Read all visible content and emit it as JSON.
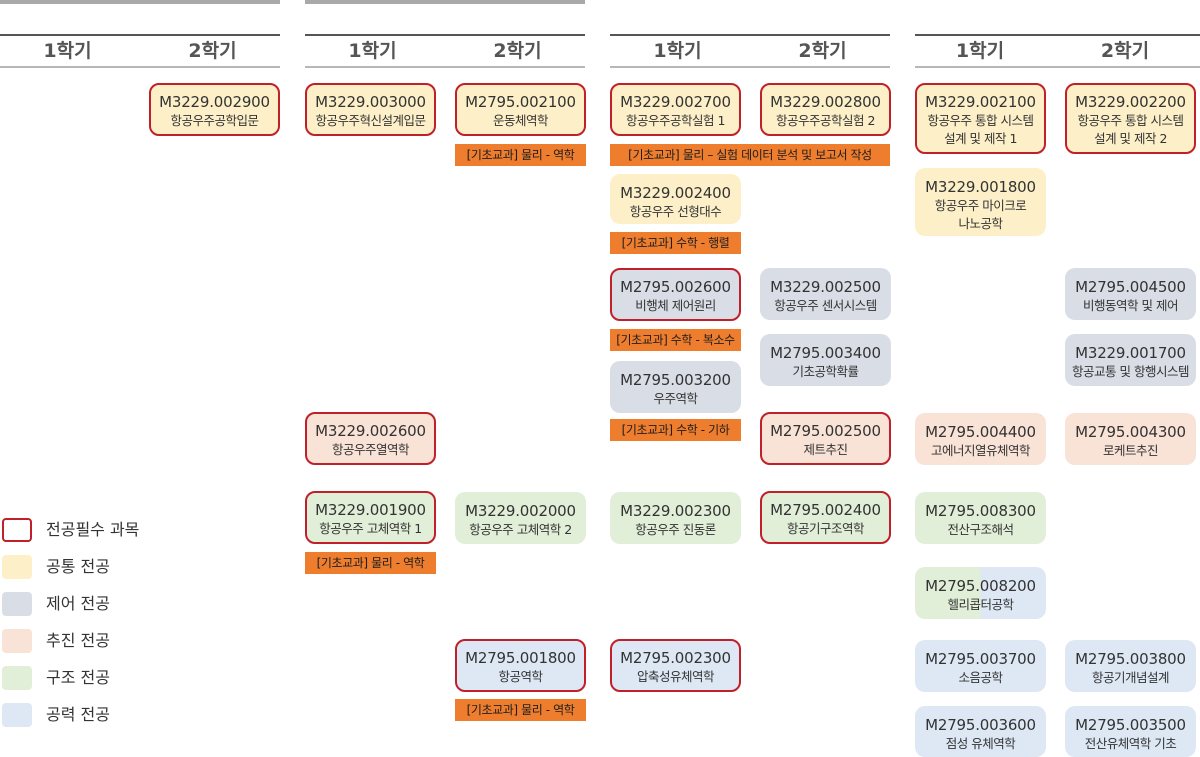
{
  "headers": [
    {
      "sem1": "1학기",
      "sem2": "2학기"
    },
    {
      "sem1": "1학기",
      "sem2": "2학기"
    },
    {
      "sem1": "1학기",
      "sem2": "2학기"
    },
    {
      "sem1": "1학기",
      "sem2": "2학기"
    }
  ],
  "courses": [
    {
      "code": "M3229.002900",
      "name": "항공우주공학입문"
    },
    {
      "code": "M3229.003000",
      "name": "항공우주혁신설계입문"
    },
    {
      "code": "M2795.002100",
      "name": "운동체역학"
    },
    {
      "code": "M3229.002700",
      "name": "항공우주공학실험 1"
    },
    {
      "code": "M3229.002800",
      "name": "항공우주공학실험 2"
    },
    {
      "code": "M3229.002100",
      "name": "항공우주 통합 시스템",
      "name2": "설계 및 제작 1"
    },
    {
      "code": "M3229.002200",
      "name": "항공우주 통합 시스템",
      "name2": "설계 및 제작 2"
    },
    {
      "code": "M3229.002400",
      "name": "항공우주 선형대수"
    },
    {
      "code": "M3229.001800",
      "name": "항공우주 마이크로",
      "name2": "나노공학"
    },
    {
      "code": "M2795.002600",
      "name": "비행체 제어원리"
    },
    {
      "code": "M3229.002500",
      "name": "항공우주 센서시스템"
    },
    {
      "code": "M2795.004500",
      "name": "비행동역학 및 제어"
    },
    {
      "code": "M2795.003400",
      "name": "기초공학확률"
    },
    {
      "code": "M3229.001700",
      "name": "항공교통 및 항행시스템"
    },
    {
      "code": "M2795.003200",
      "name": "우주역학"
    },
    {
      "code": "M3229.002600",
      "name": "항공우주열역학"
    },
    {
      "code": "M2795.002500",
      "name": "제트추진"
    },
    {
      "code": "M2795.004400",
      "name": "고에너지열유체역학"
    },
    {
      "code": "M2795.004300",
      "name": "로케트추진"
    },
    {
      "code": "M3229.001900",
      "name": "항공우주 고체역학 1"
    },
    {
      "code": "M3229.002000",
      "name": "항공우주 고체역학 2"
    },
    {
      "code": "M3229.002300",
      "name": "항공우주 진동론"
    },
    {
      "code": "M2795.002400",
      "name": "항공기구조역학"
    },
    {
      "code": "M2795.008300",
      "name": "전산구조해석"
    },
    {
      "code": "M2795.008200",
      "name": "헬리콥터공학"
    },
    {
      "code": "M2795.001800",
      "name": "항공역학"
    },
    {
      "code": "M2795.002300",
      "name": "압축성유체역학"
    },
    {
      "code": "M2795.003700",
      "name": "소음공학"
    },
    {
      "code": "M2795.003800",
      "name": "항공기개념설계"
    },
    {
      "code": "M2795.003600",
      "name": "점성 유체역학"
    },
    {
      "code": "M2795.003500",
      "name": "전산유체역학 기초"
    }
  ],
  "tags": [
    "[기초교과] 물리 - 역학",
    "[기초교과] 물리 – 실험 데이터 분석 및 보고서 작성",
    "[기초교과] 수학 - 행렬",
    "[기초교과] 수학 - 복소수",
    "[기초교과] 수학 - 기하",
    "[기초교과] 물리 - 역학",
    "[기초교과] 물리 - 역학"
  ],
  "legend": [
    {
      "label": "전공필수 과목",
      "color": "#c0202a"
    },
    {
      "label": "공통 전공",
      "color": "#fdf0c8"
    },
    {
      "label": "제어 전공",
      "color": "#d8dde6"
    },
    {
      "label": "추진 전공",
      "color": "#f9e2d6"
    },
    {
      "label": "구조 전공",
      "color": "#e1eed8"
    },
    {
      "label": "공력 전공",
      "color": "#dde8f4"
    }
  ]
}
